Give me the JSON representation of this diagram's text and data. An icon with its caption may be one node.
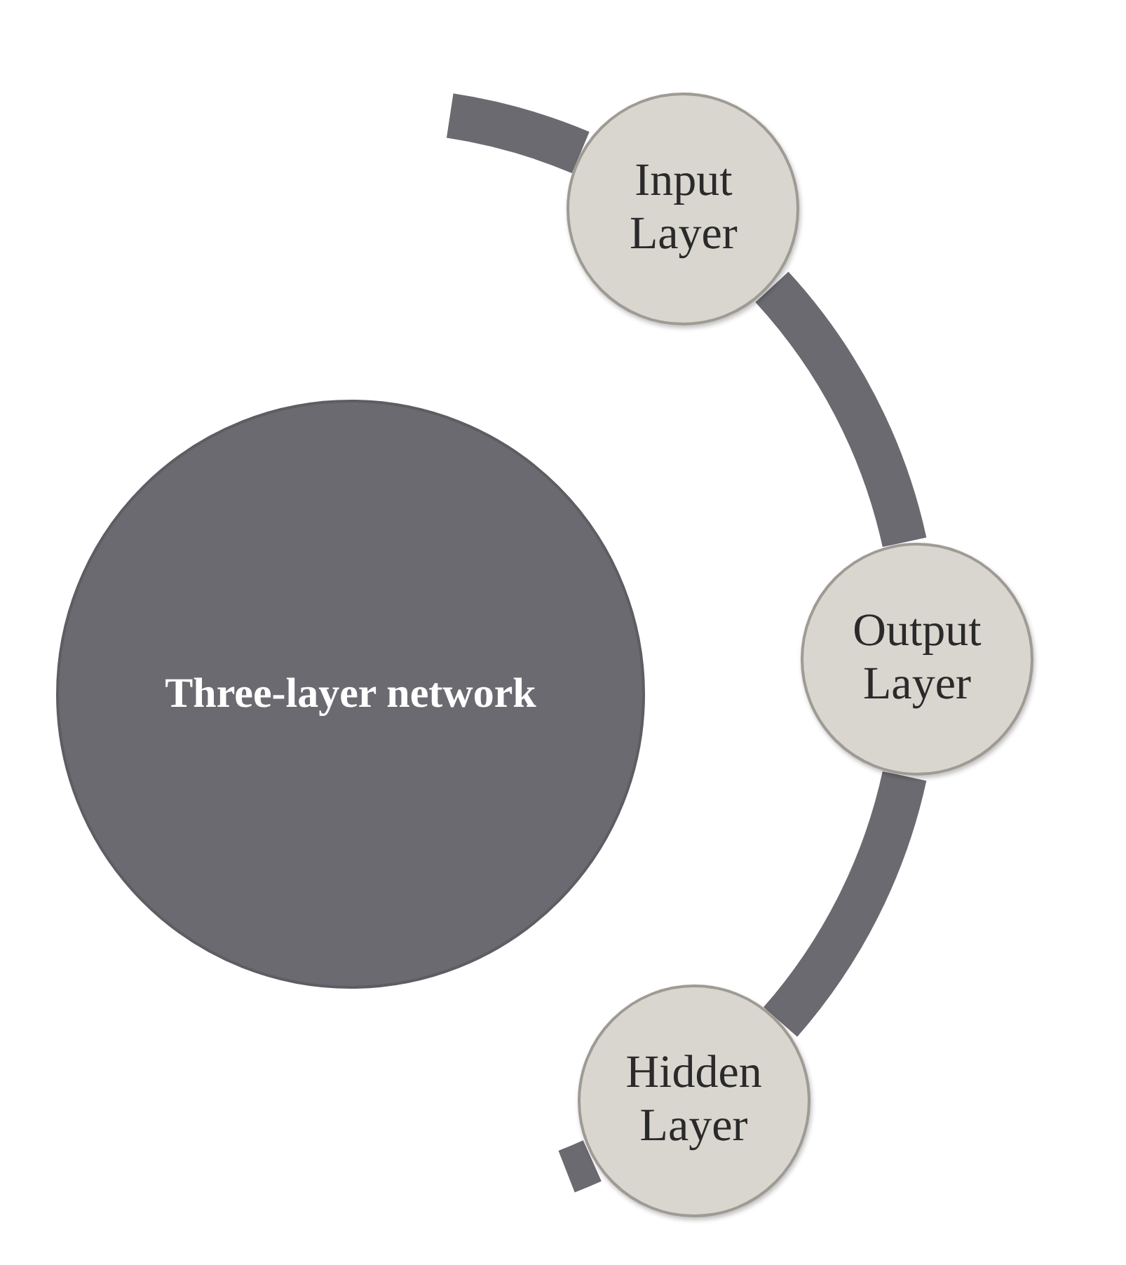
{
  "diagram": {
    "nodes": [
      {
        "text": [
          "Three-layer network"
        ]
      },
      {
        "text": [
          "Input Layer"
        ]
      },
      {
        "text": [
          "Output Layer"
        ]
      },
      {
        "text": [
          "Hidden Layer"
        ]
      }
    ],
    "edges": [
      {
        "from": null,
        "to": 1,
        "arrow": "none"
      },
      {
        "from": 1,
        "to": 2,
        "arrow": "none"
      },
      {
        "from": 2,
        "to": 3,
        "arrow": "none"
      },
      {
        "from": 3,
        "to": null,
        "arrow": "none"
      }
    ]
  }
}
